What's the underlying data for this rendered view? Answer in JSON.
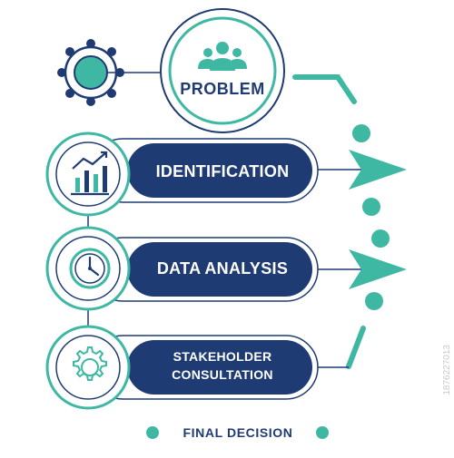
{
  "problem": {
    "label": "PROBLEM",
    "icon": "team-icon"
  },
  "network": {
    "icon": "network-hub-icon"
  },
  "steps": [
    {
      "label": "IDENTIFICATION",
      "icon": "bar-chart-growth-icon"
    },
    {
      "label": "DATA ANALYSIS",
      "icon": "clock-icon"
    },
    {
      "label_line1": "STAKEHOLDER",
      "label_line2": "CONSULTATION",
      "icon": "gear-icon"
    }
  ],
  "footer": {
    "label": "FINAL DECISION"
  },
  "side_id": "1876227013",
  "colors": {
    "navy": "#1f3b73",
    "teal": "#3fb8a3",
    "white": "#ffffff"
  }
}
